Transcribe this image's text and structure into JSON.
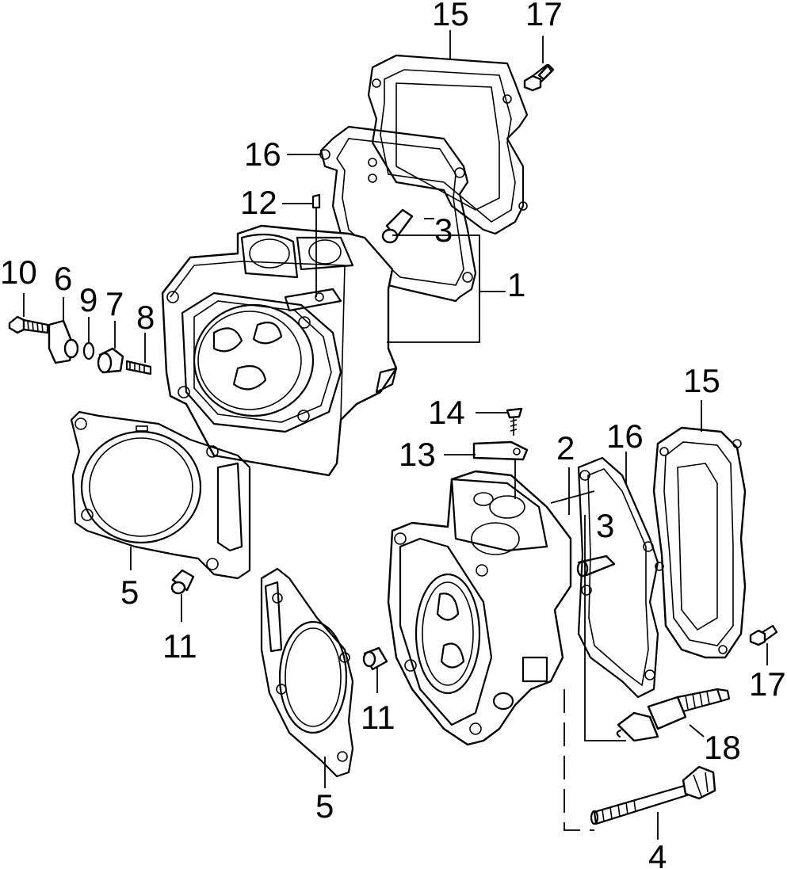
{
  "callouts": {
    "c1": "1",
    "c2": "2",
    "c3a": "3",
    "c3b": "3",
    "c4": "4",
    "c5a": "5",
    "c5b": "5",
    "c6": "6",
    "c7": "7",
    "c8": "8",
    "c9": "9",
    "c10": "10",
    "c11a": "11",
    "c11b": "11",
    "c12": "12",
    "c13": "13",
    "c14": "14",
    "c15a": "15",
    "c15b": "15",
    "c16a": "16",
    "c16b": "16",
    "c17a": "17",
    "c17b": "17",
    "c18": "18"
  }
}
